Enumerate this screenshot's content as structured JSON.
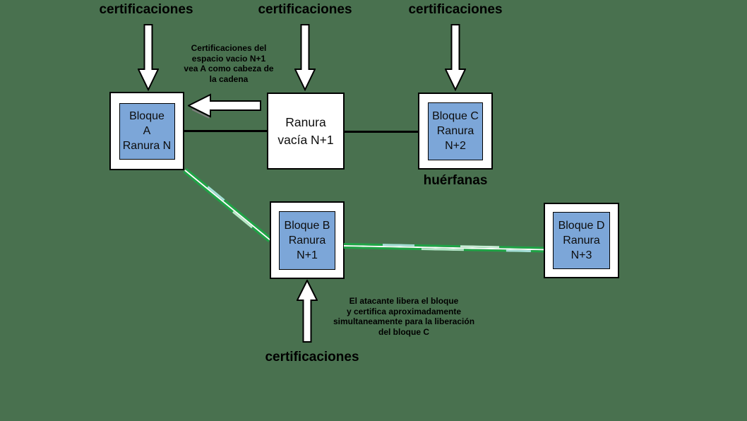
{
  "canvas": {
    "background": "#49714f"
  },
  "top_labels": {
    "left": "certificaciones",
    "middle": "certificaciones",
    "right": "certificaciones"
  },
  "bottom_label": "certificaciones",
  "orphans_label": "huérfanas",
  "note_empty_slot": {
    "line1": "Certificaciones del",
    "line2": "espacio vacio N+1",
    "line3": "vea A como cabeza de",
    "line4": "la cadena"
  },
  "note_attacker": {
    "line1": "El atacante libera el bloque",
    "line2": "y certifica aproximadamente",
    "line3": "simultaneamente para la liberación",
    "line4": "del bloque C"
  },
  "block_a": {
    "line1": "Bloque",
    "line2": "A",
    "line3": "Ranura N"
  },
  "slot_empty": {
    "line1": "Ranura",
    "line2": "vacía N+1"
  },
  "block_c": {
    "line1": "Bloque C",
    "line2": "Ranura",
    "line3": "N+2"
  },
  "block_b": {
    "line1": "Bloque B",
    "line2": "Ranura",
    "line3": "N+1"
  },
  "block_d": {
    "line1": "Bloque D",
    "line2": "Ranura",
    "line3": "N+3"
  },
  "colors": {
    "background": "#49714f",
    "block_fill": "#7ca6d8",
    "box_fill": "#ffffff",
    "connector_black": "#000000",
    "connector_green": "#1fa446",
    "arrow_fill": "#ffffff"
  }
}
